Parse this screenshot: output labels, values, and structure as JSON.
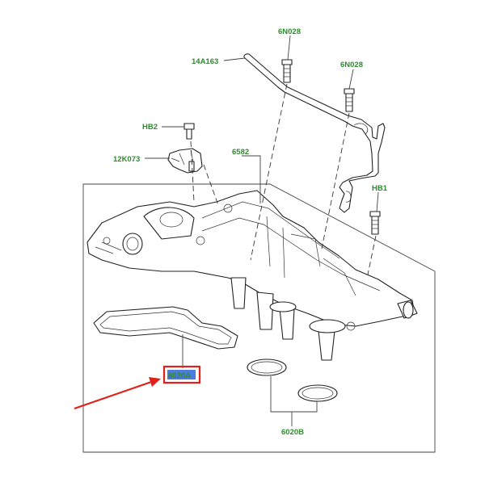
{
  "callouts": {
    "bolt_top": "6N028",
    "bracket": "14A163",
    "bolt_right": "6N028",
    "screw_sensor": "HB2",
    "sensor": "12K073",
    "cover": "6582",
    "bolt_hb1": "HB1",
    "gasket_cover": "6020A",
    "gasket_rings": "6020B"
  },
  "colors": {
    "callout_text": "#2f8a2f",
    "highlight_box": "#e0201a",
    "highlight_text_bg": "#3a6fd8",
    "arrow": "#e0201a"
  }
}
